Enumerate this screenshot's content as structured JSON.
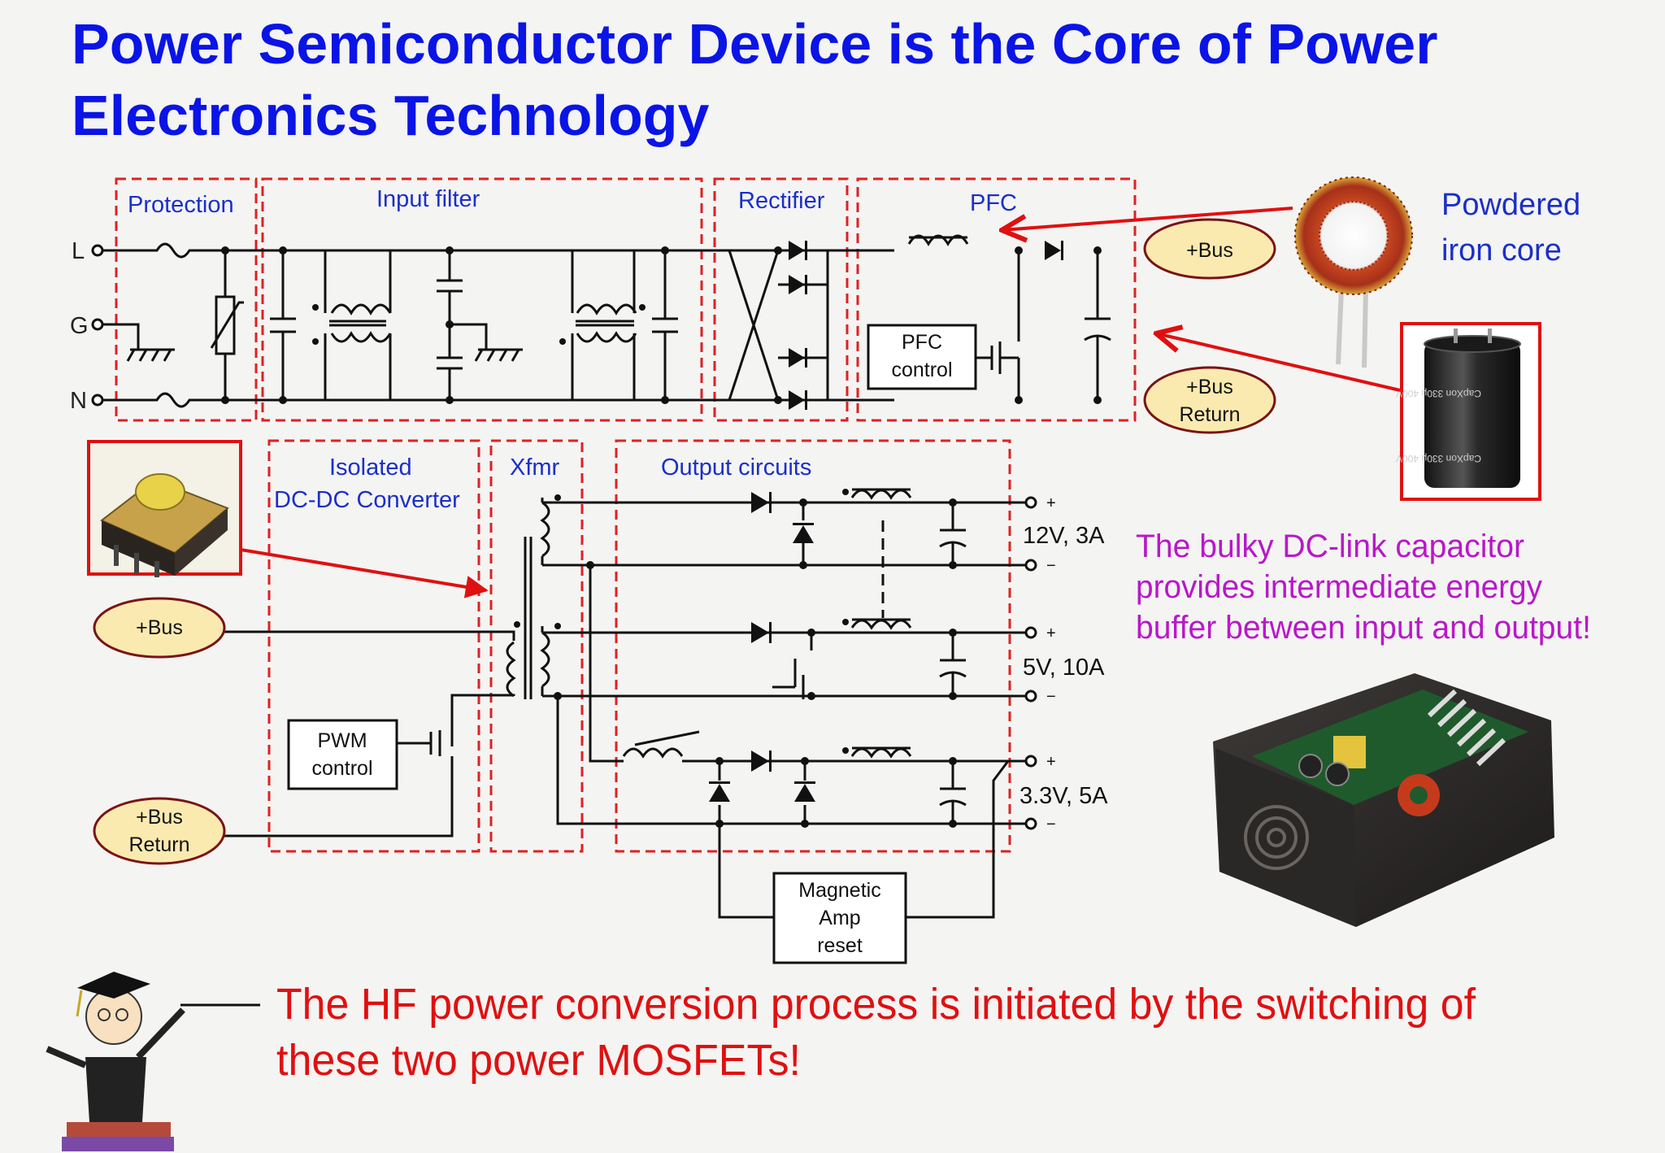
{
  "slide": {
    "title_line1": "Power Semiconductor Device is the Core of Power",
    "title_line2": "Electronics Technology"
  },
  "blocks": {
    "protection": "Protection",
    "input_filter": "Input filter",
    "rectifier": "Rectifier",
    "pfc": "PFC",
    "isolated_line1": "Isolated",
    "isolated_line2": "DC-DC Converter",
    "xfmr": "Xfmr",
    "output_circuits": "Output circuits"
  },
  "terminals": {
    "l": "L",
    "g": "G",
    "n": "N"
  },
  "controls": {
    "pfc_line1": "PFC",
    "pfc_line2": "control",
    "pwm_line1": "PWM",
    "pwm_line2": "control",
    "magamp_line1": "Magnetic",
    "magamp_line2": "Amp",
    "magamp_line3": "reset"
  },
  "bus": {
    "top_bus": "+Bus",
    "top_return_line1": "+Bus",
    "top_return_line2": "Return",
    "left_bus": "+Bus",
    "left_return_line1": "+Bus",
    "left_return_line2": "Return"
  },
  "outputs": {
    "o1": "12V, 3A",
    "o2": "5V, 10A",
    "o3": "3.3V, 5A",
    "plus": "+",
    "minus": "−"
  },
  "callouts": {
    "powdered_line1": "Powdered",
    "powdered_line2": "iron core",
    "capacitor_line1": "The bulky DC-link capacitor",
    "capacitor_line2": "provides intermediate energy",
    "capacitor_line3": "buffer between input and output!",
    "mosfet_line1": "The HF power conversion process is initiated by the switching of",
    "mosfet_line2": "these two power MOSFETs!"
  },
  "colors": {
    "title": "#0a14e6",
    "block_label": "#1b2fc8",
    "dashed_box": "#dd2222",
    "callout_red": "#e01010",
    "callout_magenta": "#b818c8",
    "bus_fill": "#fbeab0",
    "bus_stroke": "#7a1414",
    "wire": "#111111"
  }
}
